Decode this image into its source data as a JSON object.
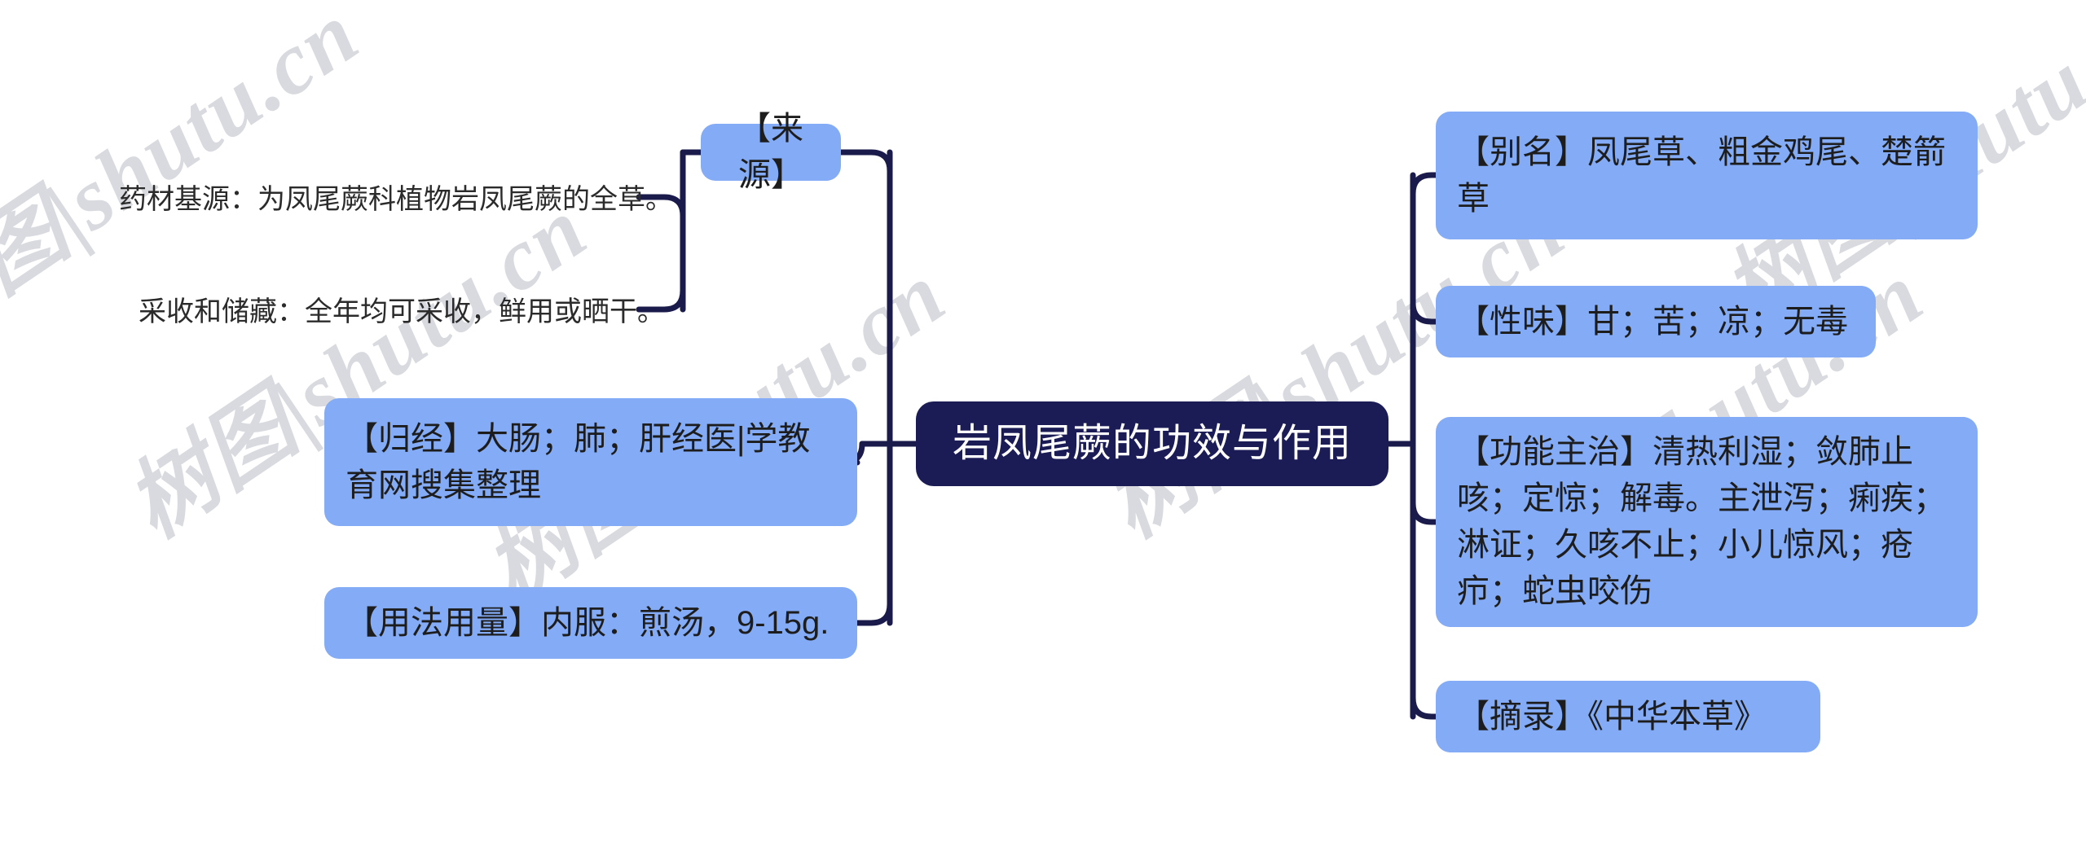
{
  "document": {
    "title": "岩凤尾蕨的功效与作用",
    "type": "mindmap"
  },
  "watermark": {
    "text": "树图|shutu.cn",
    "color": "#d6d9de"
  },
  "colors": {
    "root_bg": "#1b1b55",
    "root_text": "#ffffff",
    "node_bg": "#84abf5",
    "node_text": "#1d1d1d",
    "connector": "#1b1b4b",
    "canvas_bg": "#ffffff",
    "plain_text": "#2b2b2b"
  },
  "root": {
    "label": "岩凤尾蕨的功效与作用"
  },
  "left_branch": {
    "nodes": [
      {
        "id": "laiyuan",
        "label": "【来源】",
        "children": [
          {
            "id": "yaocai-jiyuan",
            "label": "药材基源：为凤尾蕨科植物岩凤尾蕨的全草。"
          },
          {
            "id": "caishou-chucang",
            "label": "采收和储藏：全年均可采收，鲜用或晒干。"
          }
        ]
      },
      {
        "id": "guijing",
        "label": "【归经】大肠；肺；肝经医|学教育网搜集整理",
        "children": []
      },
      {
        "id": "yongfa-yongliang",
        "label": "【用法用量】内服：煎汤，9-15g.",
        "children": []
      }
    ]
  },
  "right_branch": {
    "nodes": [
      {
        "id": "bieming",
        "label": "【别名】凤尾草、粗金鸡尾、楚箭草"
      },
      {
        "id": "xingwei",
        "label": "【性味】甘；苦；凉；无毒"
      },
      {
        "id": "gongneng-zhuzhi",
        "label": "【功能主治】清热利湿；敛肺止咳；定惊；解毒。主泄泻；痢疾；淋证；久咳不止；小儿惊风；疮疖；蛇虫咬伤"
      },
      {
        "id": "zhailu",
        "label": "【摘录】《中华本草》"
      }
    ]
  }
}
